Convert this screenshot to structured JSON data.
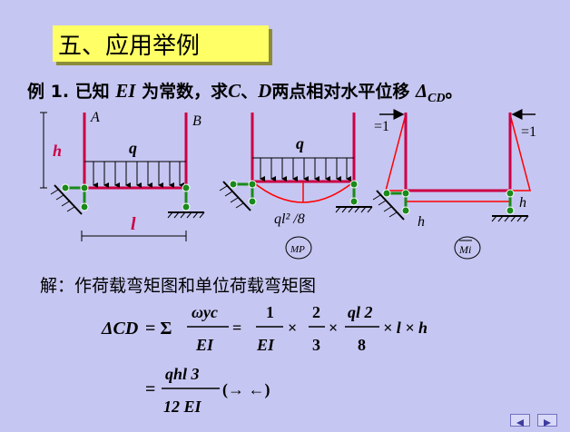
{
  "title": "五、应用举例",
  "problem": {
    "lead": "例 1. 已知 ",
    "EI": "EI",
    "mid": " 为常数，求",
    "C": "C",
    "sep": "、",
    "D": "D",
    "tail": "两点相对水平位移 ",
    "delta": "Δ",
    "sub": "CD",
    "end": "。"
  },
  "diagram1": {
    "label_A": "A",
    "label_B": "B",
    "label_q": "q",
    "label_h": "h",
    "label_l": "l"
  },
  "diagram2": {
    "label_q": "q",
    "label_moment": "ql² /8",
    "label_MP": "MP"
  },
  "diagram3": {
    "label_left_force": "=1",
    "label_right_force": "=1",
    "label_h_right": "h",
    "label_h_bottom": "h",
    "label_Mi": "Mi"
  },
  "solution": {
    "intro": "解：作荷载弯矩图和单位荷载弯矩图",
    "eq1_lhs": "ΔCD",
    "eq1_sum": "=  Σ",
    "eq1_frac1_num": "ωyc",
    "eq1_frac1_den": "EI",
    "eq1_frac2_num": "1",
    "eq1_frac2_den": "EI",
    "eq1_frac3_num": "2",
    "eq1_frac3_den": "3",
    "eq1_frac4_num": "ql 2",
    "eq1_frac4_den": "8",
    "eq1_tail": "× l × h",
    "eq2_frac_num": "qhl 3",
    "eq2_frac_den": "12 EI",
    "eq2_tail": "(→ ←)"
  },
  "colors": {
    "frame": "#cc0044",
    "moment": "#ff0000",
    "support": "#1a8a1a",
    "title_bg": "#ffff66",
    "background": "#c6c6f2"
  }
}
